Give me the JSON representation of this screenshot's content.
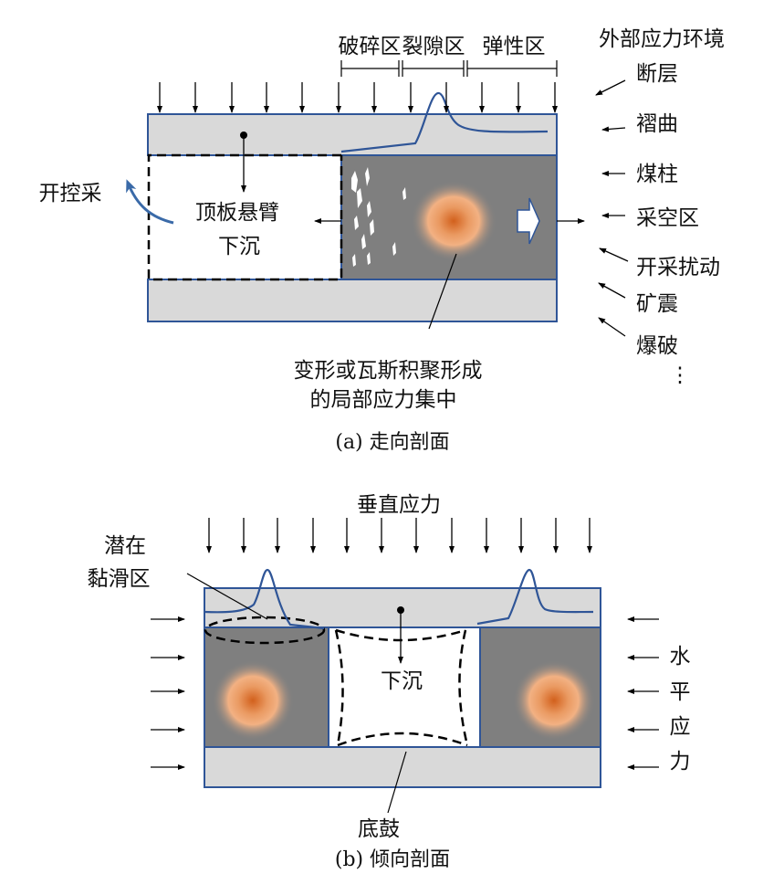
{
  "panel_a": {
    "zones": [
      "破碎区",
      "裂隙区",
      "弹性区"
    ],
    "roof_label_1": "顶板悬臂",
    "roof_label_2": "下沉",
    "mining_label": "开控采",
    "concentration_label_1": "变形或瓦斯积聚形成",
    "concentration_label_2": "的局部应力集中",
    "environment_title": "外部应力环境",
    "environment_items": [
      "断层",
      "褶曲",
      "煤柱",
      "采空区",
      "开采扰动",
      "矿震",
      "爆破"
    ],
    "more": "⋮",
    "caption": "(a)  走向剖面"
  },
  "panel_b": {
    "vertical_stress": "垂直应力",
    "slip_zone_1": "潜在",
    "slip_zone_2": "黏滑区",
    "subsidence": "下沉",
    "floor_heave": "底鼓",
    "horizontal_stress": [
      "水",
      "平",
      "应",
      "力"
    ],
    "caption": "(b)  倾向剖面"
  },
  "colors": {
    "outline": "#2f5597",
    "rock": "#d9d9d9",
    "coal": "#7f7f7f",
    "concentration": "#d9651f",
    "mining_arrow": "#3a6aa8"
  }
}
